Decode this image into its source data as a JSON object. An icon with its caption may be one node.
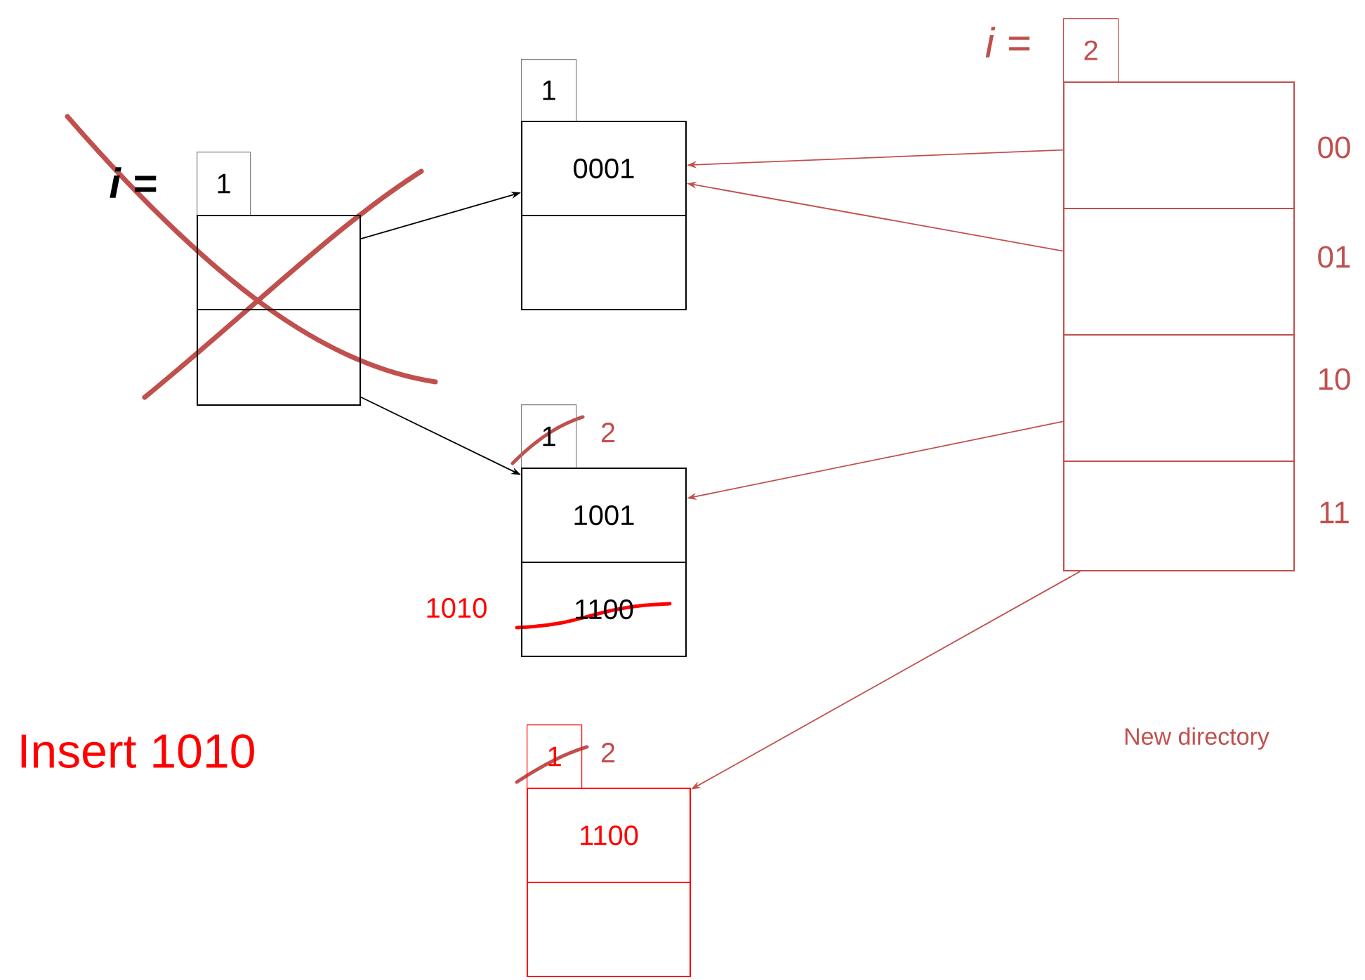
{
  "diagram": {
    "nodes": [
      {
        "text": [
          "1"
        ]
      },
      {
        "text": [],
        "shape": "box"
      },
      {
        "text": [],
        "shape": "box"
      },
      {
        "text": [
          "1"
        ]
      },
      {
        "text": [
          "0001"
        ]
      },
      {
        "text": [],
        "shape": "box"
      },
      {
        "text": [
          "1"
        ],
        "beside": [
          "2"
        ]
      },
      {
        "text": [
          "1001"
        ]
      },
      {
        "text": [
          "1100"
        ],
        "beside": [
          "1010"
        ]
      },
      {
        "text": [
          "1"
        ],
        "beside": [
          "2"
        ]
      },
      {
        "text": [
          "1100"
        ]
      },
      {
        "text": [],
        "shape": "box"
      },
      {
        "text": [
          "2"
        ]
      },
      {
        "text": [],
        "shape": "box",
        "beside": [
          "00"
        ]
      },
      {
        "text": [],
        "shape": "box",
        "beside": [
          "01"
        ]
      },
      {
        "text": [],
        "shape": "box",
        "beside": [
          "10"
        ]
      },
      {
        "text": [],
        "shape": "box",
        "beside": [
          "11"
        ]
      }
    ],
    "edges": [
      {
        "from": 1,
        "to": 4,
        "arrow": "to",
        "color": "#000000"
      },
      {
        "from": 2,
        "to": 7,
        "arrow": "to",
        "color": "#000000"
      },
      {
        "from": 13,
        "to": 4,
        "arrow": "to"
      },
      {
        "from": 14,
        "to": 4,
        "arrow": "to"
      },
      {
        "from": 15,
        "to": 7,
        "arrow": "to"
      },
      {
        "from": 16,
        "to": 10,
        "arrow": "to"
      }
    ],
    "labels": [
      "*i* =",
      "*i* =",
      "Insert 1010",
      "New directory"
    ]
  }
}
